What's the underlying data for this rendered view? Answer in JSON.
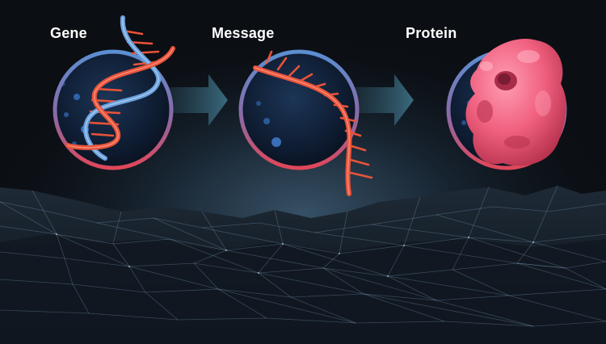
{
  "stages": [
    {
      "label": "Gene",
      "icon": "dna-double-helix-icon"
    },
    {
      "label": "Message",
      "icon": "rna-single-strand-icon"
    },
    {
      "label": "Protein",
      "icon": "folded-protein-icon"
    }
  ],
  "connectors": [
    "arrow-right-icon",
    "arrow-right-icon"
  ],
  "colors": {
    "background": "#0b0e13",
    "ring_top": "#5b8fd1",
    "ring_bottom": "#e0475a",
    "arrow": "#3a6b80",
    "dna_blue": "#6aa0dc",
    "rna_red": "#e8533a",
    "protein_pink": "#f0607f",
    "mesh": "#9ec7ea"
  }
}
